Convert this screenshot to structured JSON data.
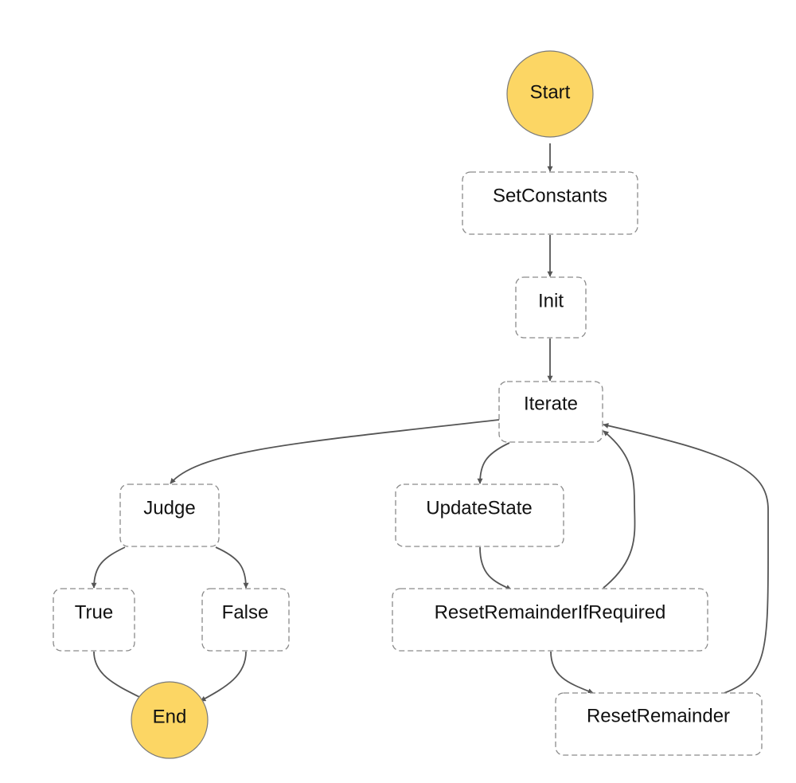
{
  "colors": {
    "terminal_fill": "#fcd664",
    "node_border": "#8a8a8a",
    "edge": "#555555"
  },
  "nodes": {
    "start": "Start",
    "set_constants": "SetConstants",
    "init": "Init",
    "iterate": "Iterate",
    "judge": "Judge",
    "update_state": "UpdateState",
    "true_state": "True",
    "false_state": "False",
    "reset_remainder_if_required": "ResetRemainderIfRequired",
    "reset_remainder": "ResetRemainder",
    "end": "End"
  },
  "edges": [
    {
      "from": "Start",
      "to": "SetConstants"
    },
    {
      "from": "SetConstants",
      "to": "Init"
    },
    {
      "from": "Init",
      "to": "Iterate"
    },
    {
      "from": "Iterate",
      "to": "Judge"
    },
    {
      "from": "Iterate",
      "to": "UpdateState"
    },
    {
      "from": "Judge",
      "to": "True"
    },
    {
      "from": "Judge",
      "to": "False"
    },
    {
      "from": "True",
      "to": "End"
    },
    {
      "from": "False",
      "to": "End"
    },
    {
      "from": "UpdateState",
      "to": "ResetRemainderIfRequired"
    },
    {
      "from": "ResetRemainderIfRequired",
      "to": "Iterate"
    },
    {
      "from": "ResetRemainderIfRequired",
      "to": "ResetRemainder"
    },
    {
      "from": "ResetRemainder",
      "to": "Iterate"
    }
  ]
}
